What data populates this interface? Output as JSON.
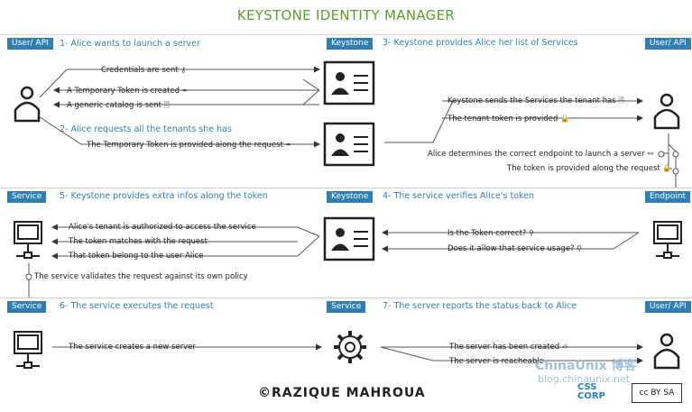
{
  "title": "KEYSTONE IDENTITY MANAGER",
  "tags": {
    "user_api": "User/ API",
    "keystone": "Keystone",
    "service": "Service",
    "endpoint": "Endpoint"
  },
  "steps": {
    "s1": "1- Alice wants to launch a server",
    "s2": "2- Alice requests all the tenants she has",
    "s3": "3- Keystone provides Alice her list of Services",
    "s4": "4- The service verifies Alice's token",
    "s5": "5- Keystone provides extra infos along the token",
    "s6": "6- The service executes the request",
    "s7": "7- The server reports the status back to Alice"
  },
  "messages": {
    "m1": "Credentials are sent",
    "m2": "A Temporary Token is created",
    "m3": "A generic catalog is sent",
    "m4": "The Temporary Token is provided along the request",
    "m5": "Keystone sends the Services the tenant has",
    "m6": "The tenant token is provided",
    "m7": "Alice determines the correct endpoint to launch a server",
    "m8": "The token is provided along the request",
    "m9": "Is the Token correct?",
    "m10": "Does it allow that service usage?",
    "m11": "Alice's tenant is authorized to access the service",
    "m12": "The token matches with the request",
    "m13": "That token belong to the user Alice",
    "m14": "The service validates the request against its own policy",
    "m15": "The service creates a new server",
    "m16": "The server has been created",
    "m17": "The server is reacheable"
  },
  "footer": {
    "copyright": "©RAZIQUE MAHROUA",
    "watermark": "ChinaUnix 博客",
    "watermark_url": "blog.chinaunix.net",
    "css_logo": "CSS CORP",
    "cc_logo": "cc BY SA"
  },
  "icons": [
    "user-icon",
    "keystone-card-icon",
    "computer-icon",
    "gear-icon"
  ],
  "colors": {
    "title": "#5aa02c",
    "accent": "#2f7fb5",
    "lines": "#555555"
  }
}
